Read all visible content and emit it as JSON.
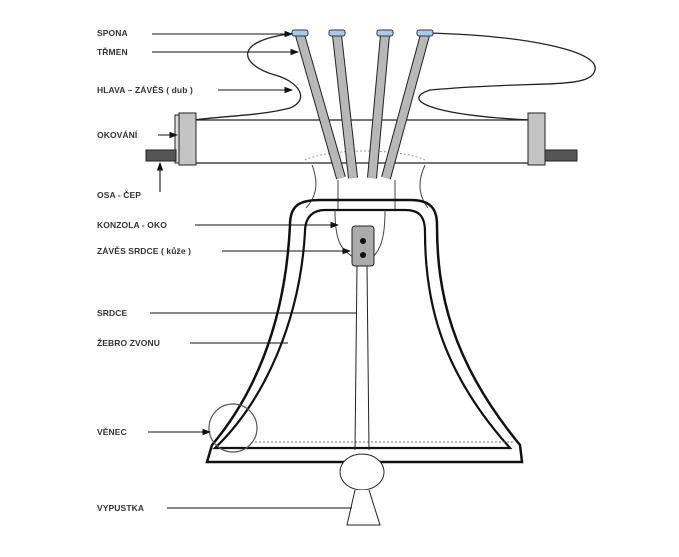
{
  "labels": {
    "spona": "SPONA",
    "trmen": "TŘMEN",
    "hlava": "HLAVA – ZÁVĚS ( dub )",
    "okovani": "OKOVÁNÍ",
    "osa": "OSA - ČEP",
    "konzola": "KONZOLA - OKO",
    "zaves_srdce": "ZÁVĚS  SRDCE ( kůže )",
    "srdce": "SRDCE",
    "zebro": "ŽEBRO  ZVONU",
    "venec": "VĚNEC",
    "vypustka": "VYPUSTKA"
  },
  "colors": {
    "strap": "#b8b8b8",
    "bolt": "#a8cce8",
    "shaft": "#555555",
    "fitting": "#c4c4c4"
  }
}
